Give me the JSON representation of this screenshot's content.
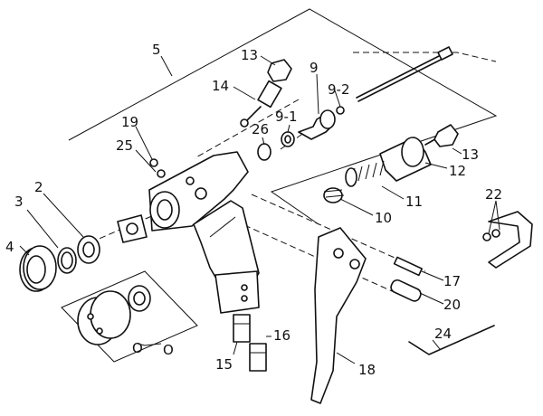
{
  "diagram": {
    "labels": {
      "p2": "2",
      "p3": "3",
      "p4": "4",
      "p5": "5",
      "p9": "9",
      "p9_1": "9-1",
      "p9_2": "9-2",
      "p10": "10",
      "p11": "11",
      "p12": "12",
      "p13a": "13",
      "p13b": "13",
      "p14": "14",
      "p15": "15",
      "p16": "16",
      "p17": "17",
      "p18": "18",
      "p19": "19",
      "p20": "20",
      "p22": "22",
      "p24": "24",
      "p25": "25",
      "p26": "26",
      "o1": "O",
      "o2": "O"
    }
  }
}
